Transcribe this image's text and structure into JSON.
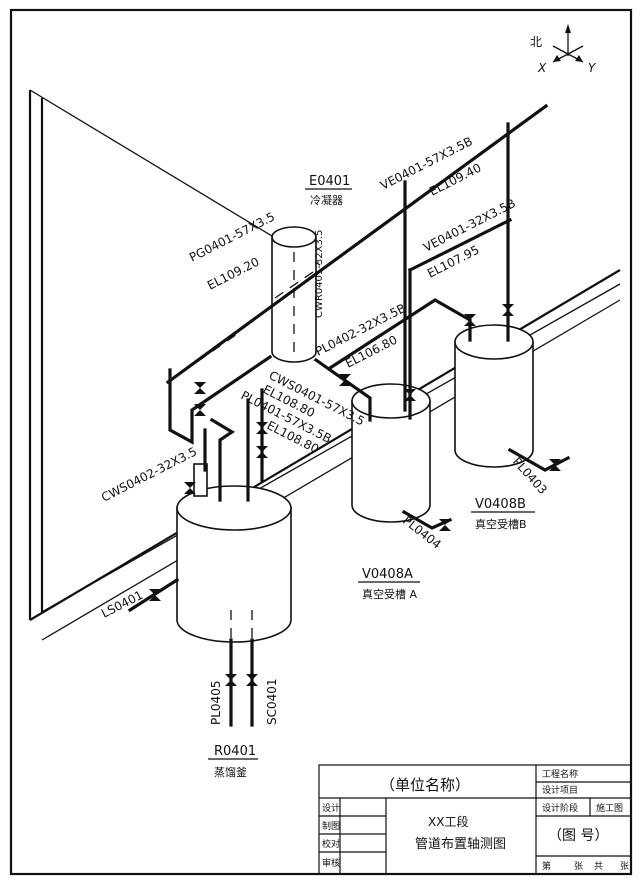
{
  "compass": {
    "north": "北",
    "x": "X",
    "y": "Y"
  },
  "equipment": {
    "condenser": {
      "tag": "E0401",
      "name": "冷凝器"
    },
    "still": {
      "tag": "R0401",
      "name": "蒸馏釜"
    },
    "receiver_a": {
      "tag": "V0408A",
      "name": "真空受槽 A"
    },
    "receiver_b": {
      "tag": "V0408B",
      "name": "真空受槽B"
    }
  },
  "pipe_labels": {
    "ve0401_main": "VE0401-57X3.5B",
    "el_109_40": "EL109.40",
    "ve0401_branch": "VE0401-32X3.5B",
    "el_107_95": "EL107.95",
    "pg0401": "PG0401-57X3.5",
    "el_109_20": "EL109.20",
    "cwr0401": "CWR0401-32X3.5",
    "pl0402": "PL0402-32X3.5B",
    "el_106_80": "EL106.80",
    "cws0401": "CWS0401-57X3.5",
    "el_108_80_a": "EL108.80",
    "pl0401": "PL0401-57X3.5B",
    "el_108_80_b": "EL108.80",
    "cws0402": "CWS0402-32X3.5",
    "ls0401": "LS0401",
    "pl0405": "PL0405",
    "sc0401": "SC0401",
    "pl0404": "PL0404",
    "pl0403": "PL0403"
  },
  "title_block": {
    "company": "（单位名称）",
    "project_line": "XX工段",
    "drawing_title": "管道布置轴测图",
    "drawing_number": "（图  号）",
    "design_stage_value": "施工图",
    "fields": {
      "project_name": "工程名称",
      "design_item": "设计项目",
      "design_stage": "设计阶段",
      "design": "设计",
      "draft": "制图",
      "check": "校对",
      "review": "审核",
      "sheet_no": "第",
      "sheet_unit": "张",
      "total": "共",
      "total_unit": "张"
    }
  }
}
